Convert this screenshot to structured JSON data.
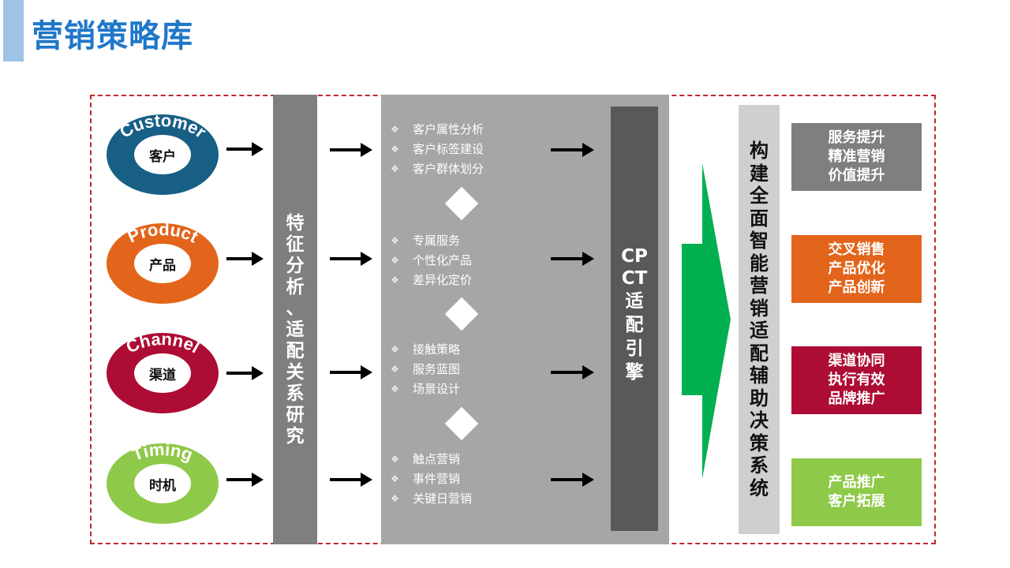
{
  "title": "营销策略库",
  "rings": [
    {
      "word": "Customer",
      "label": "客户",
      "color": "#185f86"
    },
    {
      "word": "Product",
      "label": "产品",
      "color": "#e2651b"
    },
    {
      "word": "Channel",
      "label": "渠道",
      "color": "#ad0c34"
    },
    {
      "word": "Timing",
      "label": "时机",
      "color": "#8fc94a"
    }
  ],
  "analysis_column": [
    "特",
    "征",
    "分",
    "析",
    "、",
    "适",
    "配",
    "关",
    "系",
    "研",
    "究"
  ],
  "bullet_glyph": "❖",
  "groups": [
    [
      "客户属性分析",
      "客户标签建设",
      "客户群体划分"
    ],
    [
      "专属服务",
      "个性化产品",
      "差异化定价"
    ],
    [
      "接触策略",
      "服务蓝图",
      "场景设计"
    ],
    [
      "触点营销",
      "事件营销",
      "关键日营销"
    ]
  ],
  "cpct": [
    "CP",
    "CT",
    "适",
    "配",
    "引",
    "擎"
  ],
  "system": [
    "构",
    "建",
    "全",
    "面",
    "智",
    "能",
    "营",
    "销",
    "适",
    "配",
    "辅",
    "助",
    "决",
    "策",
    "系",
    "统"
  ],
  "results": [
    {
      "lines": [
        "服务提升",
        "精准营销",
        "价值提升"
      ],
      "color": "#7f7f7f"
    },
    {
      "lines": [
        "交叉销售",
        "产品优化",
        "产品创新"
      ],
      "color": "#e2651b"
    },
    {
      "lines": [
        "渠道协同",
        "执行有效",
        "品牌推广"
      ],
      "color": "#ad0c34"
    },
    {
      "lines": [
        "产品推广",
        "客户拓展"
      ],
      "color": "#8fc94a"
    }
  ],
  "colors": {
    "accent": "#1f77c9",
    "frame": "#c0282a",
    "big_arrow": "#00b050"
  }
}
